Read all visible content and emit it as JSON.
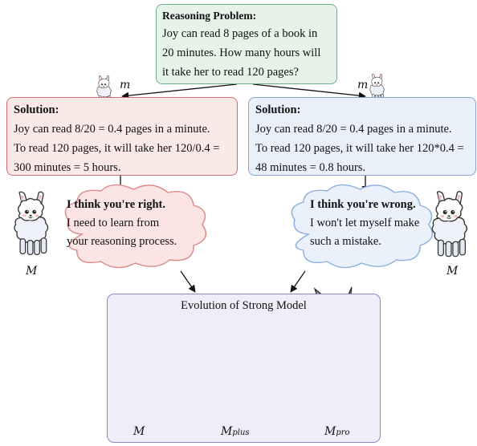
{
  "problem": {
    "title": "Reasoning Problem:",
    "lines": [
      "Joy can read 8 pages of a book in",
      "20 minutes. How many hours will",
      "it take her to read 120 pages?"
    ]
  },
  "solution_left": {
    "title": "Solution:",
    "lines": [
      "Joy can read 8/20 = 0.4 pages in a minute.",
      "To read 120 pages, it will take her 120/0.4 =",
      "300 minutes = 5 hours."
    ]
  },
  "solution_right": {
    "title": "Solution:",
    "lines": [
      "Joy can read 8/20 = 0.4 pages in a minute.",
      "To read 120 pages, it will take her 120*0.4 =",
      "48 minutes = 0.8 hours."
    ]
  },
  "cloud_left": {
    "title": "I think you're right.",
    "lines": [
      "I need to learn from",
      "your reasoning process."
    ]
  },
  "cloud_right": {
    "title": "I think you're wrong.",
    "lines": [
      "I won't let myself make",
      "such a mistake."
    ]
  },
  "labels": {
    "weak_model": "m",
    "strong_model": "M",
    "plus_subscript": "plus",
    "pro_subscript": "pro"
  },
  "evolution": {
    "title": "Evolution of Strong Model"
  },
  "colors": {
    "problem_border": "#6fae88",
    "left_border": "#d06b6b",
    "right_border": "#7ea4d8",
    "evolution_border": "#8f86bf"
  },
  "icons": [
    "small-alpaca-icon",
    "fluffy-alpaca-icon",
    "armored-alpaca-plus-icon",
    "knight-alpaca-pro-icon"
  ]
}
